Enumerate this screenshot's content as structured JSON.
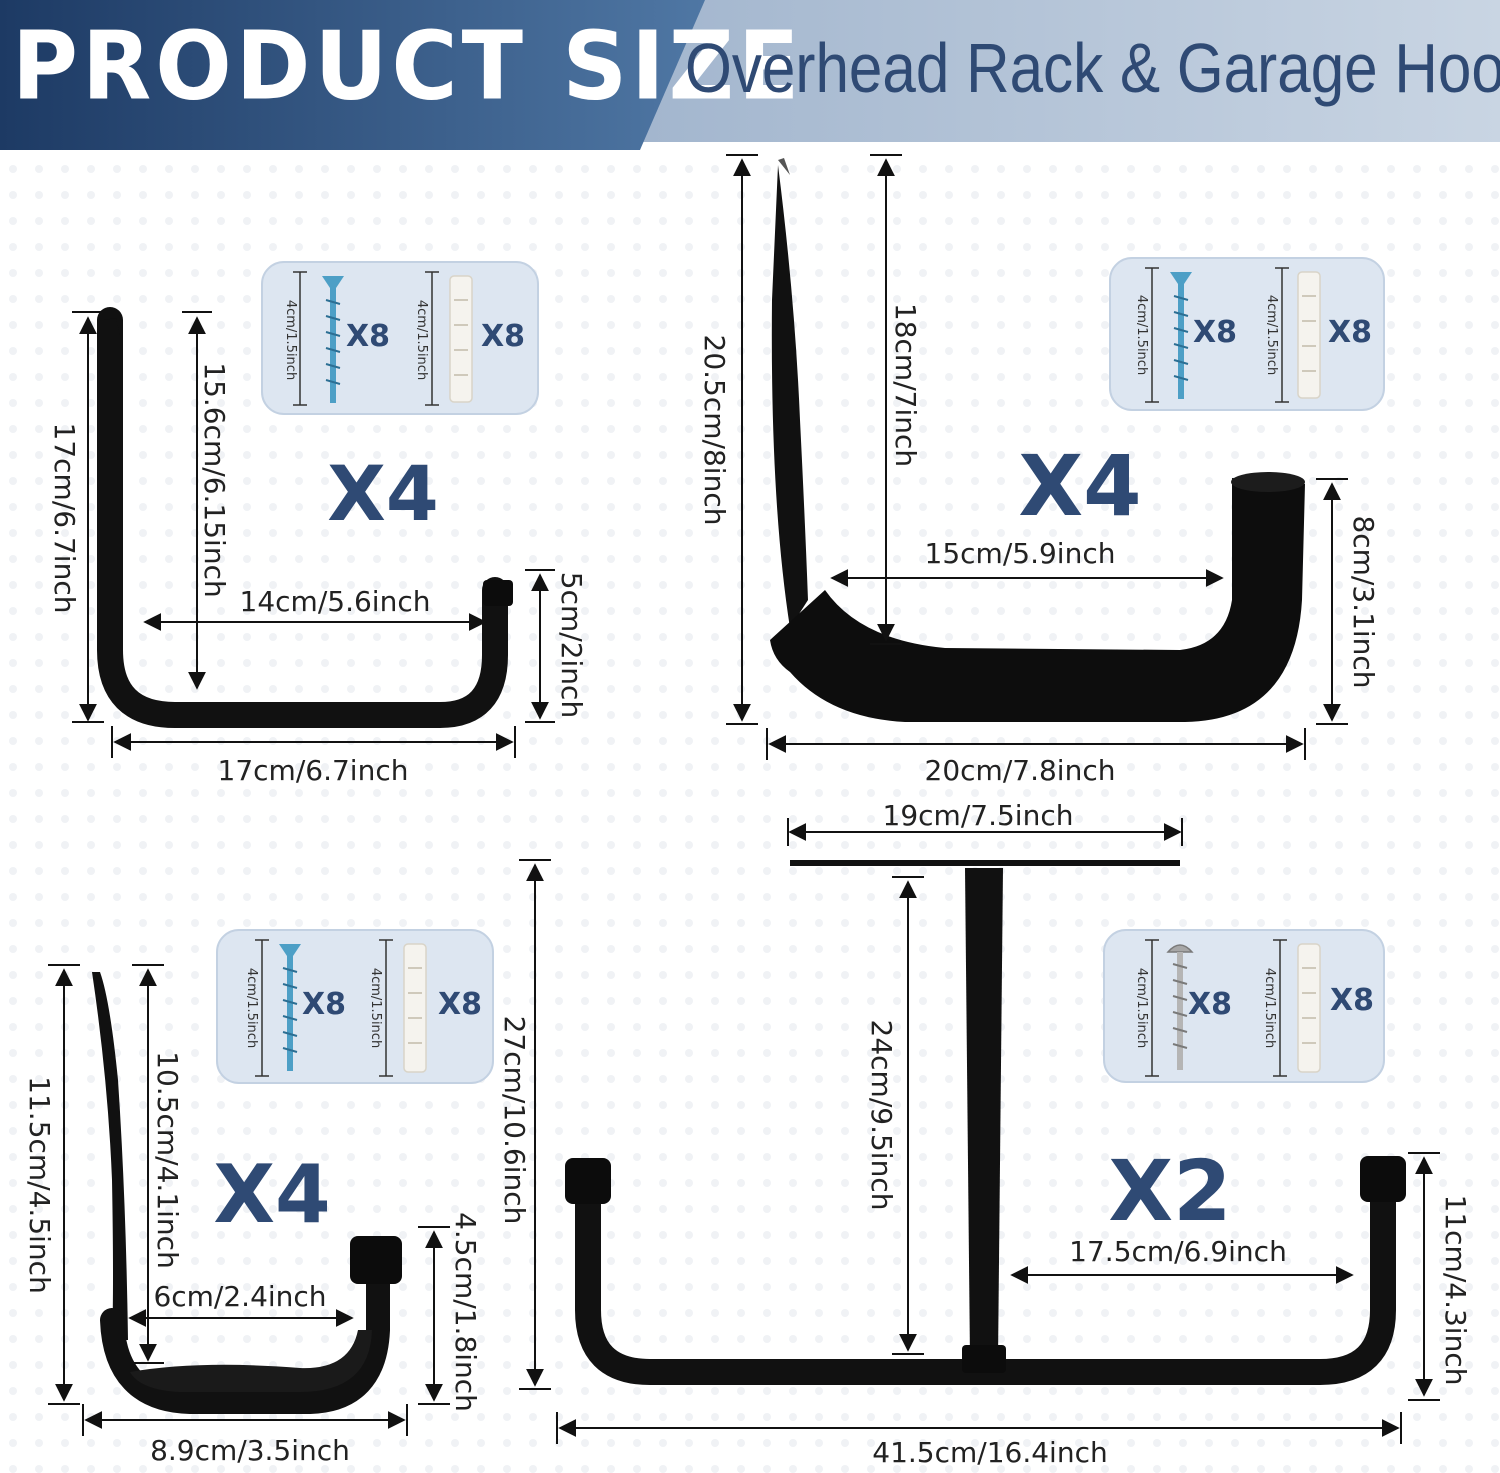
{
  "banner": {
    "title": "PRODUCT SIZE",
    "subtitle": "Overhead Rack & Garage Hook",
    "colors": {
      "dark": "#1f3d68",
      "light": "#5a7ea8",
      "text": "#2f4a74"
    }
  },
  "hooks": [
    {
      "name": "small-u-hook",
      "quantity": "X4",
      "height": "17cm/6.7inch",
      "inner_height": "15.6cm/6.15inch",
      "inner_width": "14cm/5.6inch",
      "front_height": "5cm/2inch",
      "width": "17cm/6.7inch",
      "hardware": {
        "screw_size": "4cm/1.5inch",
        "screw_count": "X8",
        "anchor_size": "4cm/1.5inch",
        "anchor_count": "X8"
      }
    },
    {
      "name": "padded-j-hook",
      "quantity": "X4",
      "height": "20.5cm/8inch",
      "inner_height": "18cm/7inch",
      "inner_width": "15cm/5.9inch",
      "front_height": "8cm/3.1inch",
      "width": "20cm/7.8inch",
      "hardware": {
        "screw_size": "4cm/1.5inch",
        "screw_count": "X8",
        "anchor_size": "4cm/1.5inch",
        "anchor_count": "X8"
      }
    },
    {
      "name": "mini-hook",
      "quantity": "X4",
      "height": "11.5cm/4.5inch",
      "inner_height": "10.5cm/4.1inch",
      "inner_width": "6cm/2.4inch",
      "front_height": "4.5cm/1.8inch",
      "width": "8.9cm/3.5inch",
      "hardware": {
        "screw_size": "4cm/1.5inch",
        "screw_count": "X8",
        "anchor_size": "4cm/1.5inch",
        "anchor_count": "X8"
      }
    },
    {
      "name": "overhead-t-hook",
      "quantity": "X2",
      "plate_width": "19cm/7.5inch",
      "height": "27cm/10.6inch",
      "stem_height": "24cm/9.5inch",
      "inner_width": "17.5cm/6.9inch",
      "side_height": "11cm/4.3inch",
      "width": "41.5cm/16.4inch",
      "hardware": {
        "screw_size": "4cm/1.5inch",
        "screw_count": "X8",
        "anchor_size": "4cm/1.5inch",
        "anchor_count": "X8"
      }
    }
  ]
}
